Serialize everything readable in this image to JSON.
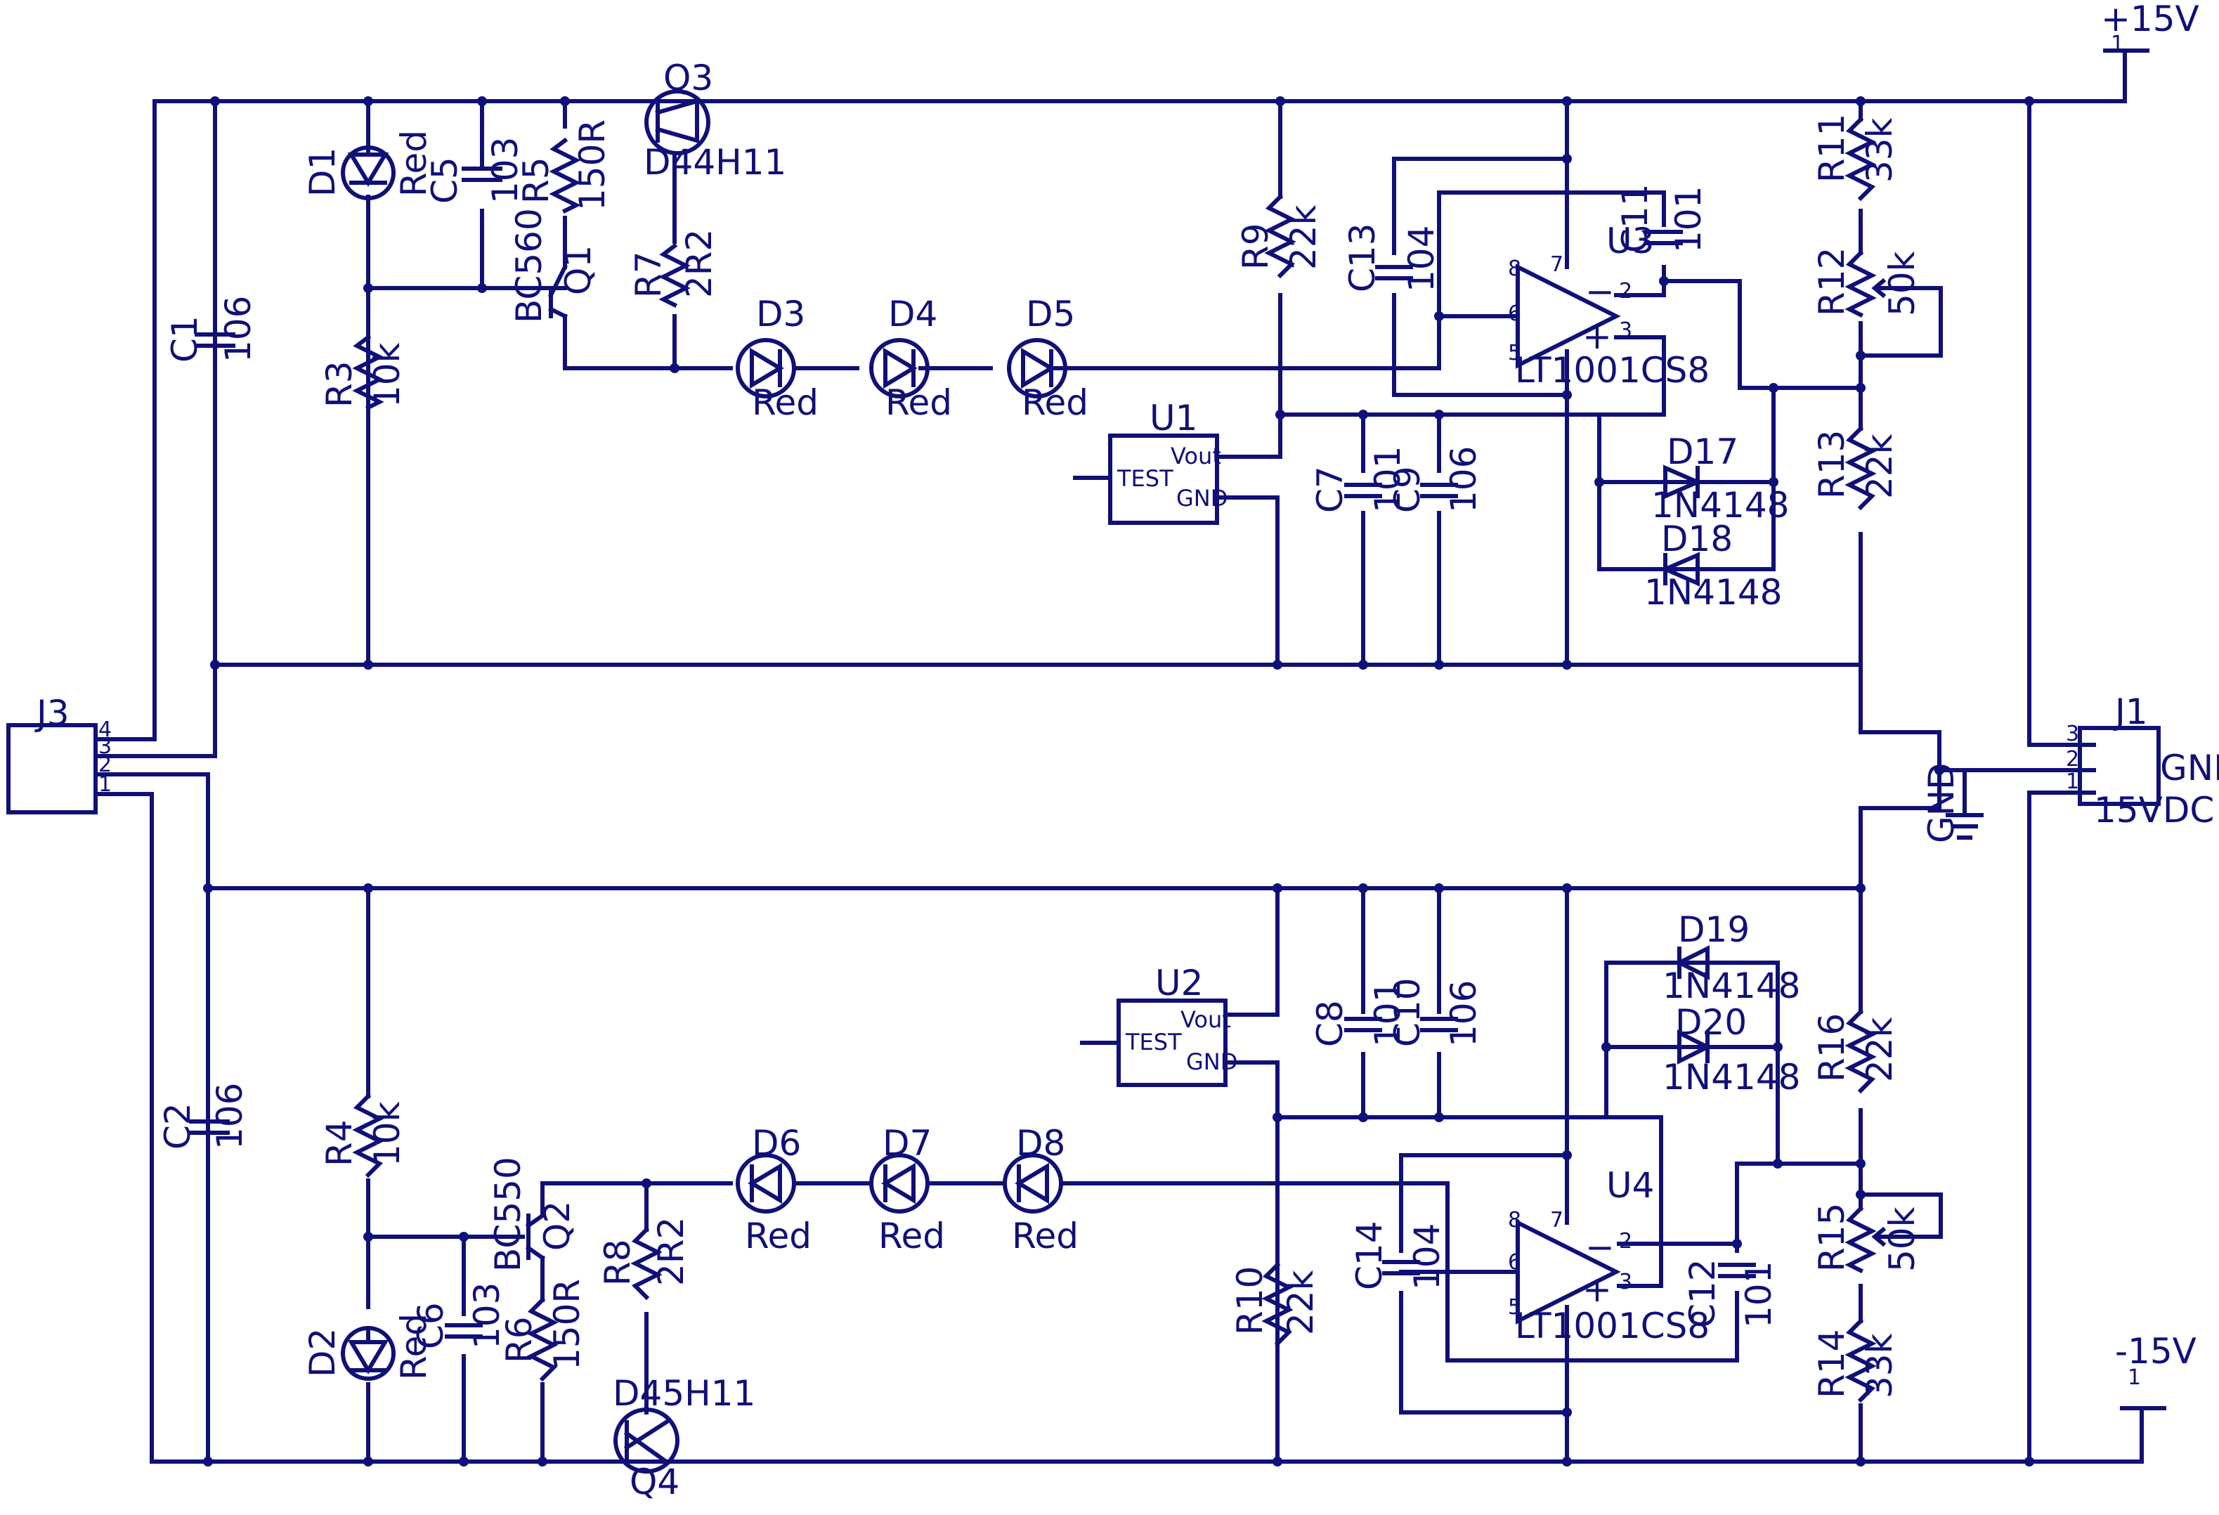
{
  "labels": {
    "vplus": "+15V",
    "vminus": "-15V",
    "gnd_symbol": "GND",
    "gnd_pin": "GND",
    "input_connector": "15VDC"
  },
  "connectors": [
    {
      "ref": "J3",
      "pins": [
        "4",
        "3",
        "2",
        "1"
      ]
    },
    {
      "ref": "J1",
      "pins": [
        "3",
        "2",
        "1"
      ]
    }
  ],
  "components": [
    {
      "ref": "Q3",
      "value": "D44H11"
    },
    {
      "ref": "Q4",
      "value": "D45H11"
    },
    {
      "ref": "Q1",
      "value": "BC560"
    },
    {
      "ref": "Q2",
      "value": "BC550"
    },
    {
      "ref": "D1",
      "value": "Red"
    },
    {
      "ref": "D2",
      "value": "Red"
    },
    {
      "ref": "D3",
      "value": "Red"
    },
    {
      "ref": "D4",
      "value": "Red"
    },
    {
      "ref": "D5",
      "value": "Red"
    },
    {
      "ref": "D6",
      "value": "Red"
    },
    {
      "ref": "D7",
      "value": "Red"
    },
    {
      "ref": "D8",
      "value": "Red"
    },
    {
      "ref": "D17",
      "value": "1N4148"
    },
    {
      "ref": "D18",
      "value": "1N4148"
    },
    {
      "ref": "D19",
      "value": "1N4148"
    },
    {
      "ref": "D20",
      "value": "1N4148"
    },
    {
      "ref": "C1",
      "value": "106"
    },
    {
      "ref": "C2",
      "value": "106"
    },
    {
      "ref": "C5",
      "value": "103"
    },
    {
      "ref": "C6",
      "value": "103"
    },
    {
      "ref": "C7",
      "value": "101"
    },
    {
      "ref": "C8",
      "value": "101"
    },
    {
      "ref": "C9",
      "value": "106"
    },
    {
      "ref": "C10",
      "value": "106"
    },
    {
      "ref": "C11",
      "value": "101"
    },
    {
      "ref": "C12",
      "value": "101"
    },
    {
      "ref": "C13",
      "value": "104"
    },
    {
      "ref": "C14",
      "value": "104"
    },
    {
      "ref": "R3",
      "value": "10k"
    },
    {
      "ref": "R4",
      "value": "10k"
    },
    {
      "ref": "R5",
      "value": "150R"
    },
    {
      "ref": "R6",
      "value": "150R"
    },
    {
      "ref": "R7",
      "value": "2R2"
    },
    {
      "ref": "R8",
      "value": "2R2"
    },
    {
      "ref": "R9",
      "value": "22k"
    },
    {
      "ref": "R10",
      "value": "22k"
    },
    {
      "ref": "R11",
      "value": "33k"
    },
    {
      "ref": "R14",
      "value": "33k"
    },
    {
      "ref": "R12",
      "value": "50k"
    },
    {
      "ref": "R15",
      "value": "50k"
    },
    {
      "ref": "R13",
      "value": "22k"
    },
    {
      "ref": "R16",
      "value": "22k"
    },
    {
      "ref": "U1",
      "value": "TEST",
      "pins": [
        "Vout",
        "GND"
      ]
    },
    {
      "ref": "U2",
      "value": "TEST",
      "pins": [
        "Vout",
        "GND"
      ]
    },
    {
      "ref": "U3",
      "value": "LT1001CS8"
    },
    {
      "ref": "U4",
      "value": "LT1001CS8"
    }
  ],
  "pin_numbers": [
    "1",
    "2",
    "3",
    "5",
    "6",
    "7",
    "8"
  ]
}
